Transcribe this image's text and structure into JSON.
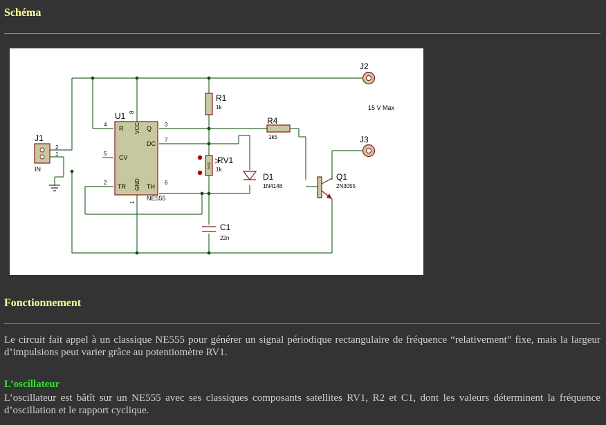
{
  "sections": {
    "schema_title": "Schéma",
    "function_title": "Fonctionnement",
    "function_text": "Le circuit fait appel à un classique NE555 pour générer un signal périodique rectangulaire de fréquence “relativement” fixe, mais la largeur d’impulsions peut varier grâce au potentiomètre RV1.",
    "osc_title": "L’oscillateur",
    "osc_text": "L’oscillateur est bâtît sur un NE555 avec ses classiques composants satellites RV1, R2 et C1, dont les valeurs déterminent la fréquence d’oscillation et le rapport cyclique."
  },
  "diagram": {
    "u1": {
      "ref": "U1",
      "part": "NE555",
      "pin_r": "R",
      "pin_vcc": "VCC",
      "pin_q": "Q",
      "pin_dc": "DC",
      "pin_cv": "CV",
      "pin_tr": "TR",
      "pin_gnd": "GND",
      "pin_th": "TH",
      "n4": "4",
      "n8": "8",
      "n3": "3",
      "n7": "7",
      "n5": "5",
      "n2": "2",
      "n6": "6",
      "n1": "1"
    },
    "j1": {
      "ref": "J1",
      "sub": "IN",
      "p2": "2",
      "p1": "1"
    },
    "j2": {
      "ref": "J2"
    },
    "j3": {
      "ref": "J3"
    },
    "r1": {
      "ref": "R1",
      "value": "1k"
    },
    "r4": {
      "ref": "R4",
      "value": "1k5"
    },
    "rv1": {
      "ref": "RV1",
      "value": "1k",
      "pct": "50%"
    },
    "d1": {
      "ref": "D1",
      "value": "1N4148"
    },
    "c1": {
      "ref": "C1",
      "value": "22n"
    },
    "q1": {
      "ref": "Q1",
      "value": "2N3055"
    },
    "note": "15 V Max"
  }
}
